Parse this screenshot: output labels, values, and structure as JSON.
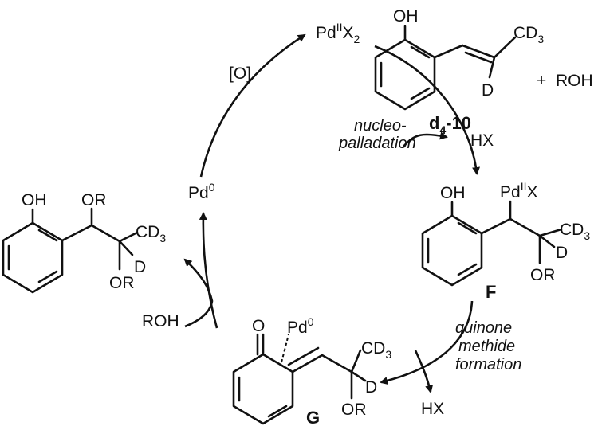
{
  "reagents": {
    "pd2x2": {
      "main": "Pd",
      "sup": "II",
      "x": "X",
      "sub": "2"
    },
    "pd0": {
      "main": "Pd",
      "sup": "0"
    },
    "oxidant": "[O]",
    "roh_right": "ROH",
    "roh_left": "ROH",
    "plus": "+",
    "hx_top": "HX",
    "hx_bottom": "HX"
  },
  "steps": {
    "nucleopalladation": [
      "nucleo-",
      "palladation"
    ],
    "quinone_methide": [
      "quinone",
      "methide",
      "formation"
    ]
  },
  "compounds": {
    "start": {
      "label_d": "d",
      "label_sub": "4",
      "label_rest": "-10",
      "oh": "OH",
      "cd3": "CD",
      "cd3_sub": "3",
      "d": "D"
    },
    "F": {
      "label": "F",
      "oh": "OH",
      "pd": "Pd",
      "pd_sup": "II",
      "pd_x": "X",
      "cd3": "CD",
      "cd3_sub": "3",
      "d": "D",
      "or": "OR"
    },
    "G": {
      "label": "G",
      "o": "O",
      "pd": "Pd",
      "pd_sup": "0",
      "cd3": "CD",
      "cd3_sub": "3",
      "d": "D",
      "or": "OR"
    },
    "product": {
      "oh": "OH",
      "or_top": "OR",
      "or_bottom": "OR",
      "cd3": "CD",
      "cd3_sub": "3",
      "d": "D"
    }
  }
}
